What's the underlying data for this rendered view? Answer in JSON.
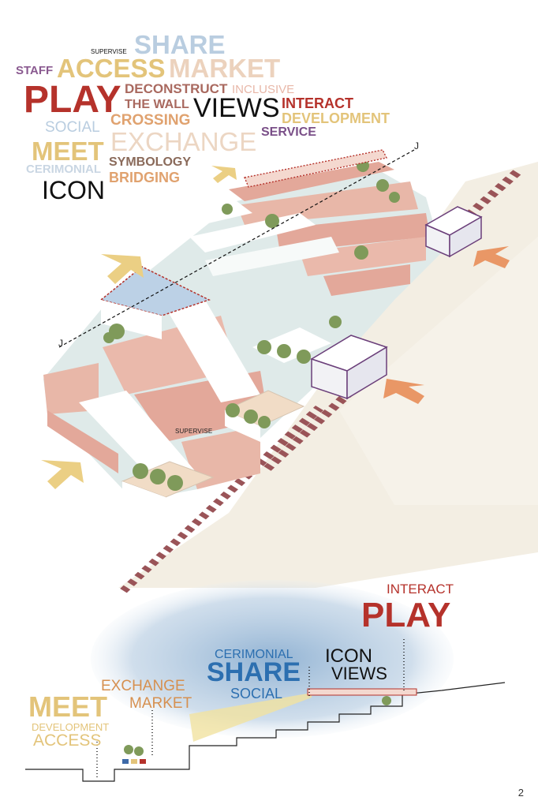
{
  "word_cloud": {
    "supervise": "SUPERVISE",
    "share": "SHARE",
    "staff": "STAFF",
    "access": "ACCESS",
    "market": "MARKET",
    "play": "PLAY",
    "deconstruct": "DECONSTRUCT",
    "inclusive": "INCLUSIVE",
    "the_wall": "THE WALL",
    "views": "VIEWS",
    "interact": "INTERACT",
    "social": "SOCIAL",
    "crossing": "CROSSING",
    "development": "DEVELOPMENT",
    "service": "SERVICE",
    "meet": "MEET",
    "exchange": "EXCHANGE",
    "cerimonial": "CERIMONIAL",
    "symbology": "SYMBOLOGY",
    "bridging": "BRIDGING",
    "icon": "ICON"
  },
  "plan_labels": {
    "supervise": "SUPERVISE",
    "section_mark_a": "J",
    "section_mark_b": "J"
  },
  "section": {
    "interact": "INTERACT",
    "play": "PLAY",
    "cerimonial": "CERIMONIAL",
    "share": "SHARE",
    "social": "SOCIAL",
    "icon": "ICON",
    "views": "VIEWS",
    "exchange": "EXCHANGE",
    "market": "MARKET",
    "meet": "MEET",
    "development": "DEVELOPMENT",
    "access": "ACCESS"
  },
  "page_number": "2",
  "colors": {
    "red": "#b5322b",
    "orange": "#d69050",
    "yellow": "#e3c47a",
    "lightblue": "#b9cde0",
    "purple": "#7a4f88",
    "darkblue": "#2c6fb0",
    "tan": "#e7cdb0",
    "terracotta": "#a8575a",
    "salmon": "#e3a89a",
    "ground": "#f4efe4",
    "plaza": "#dde8e9"
  }
}
